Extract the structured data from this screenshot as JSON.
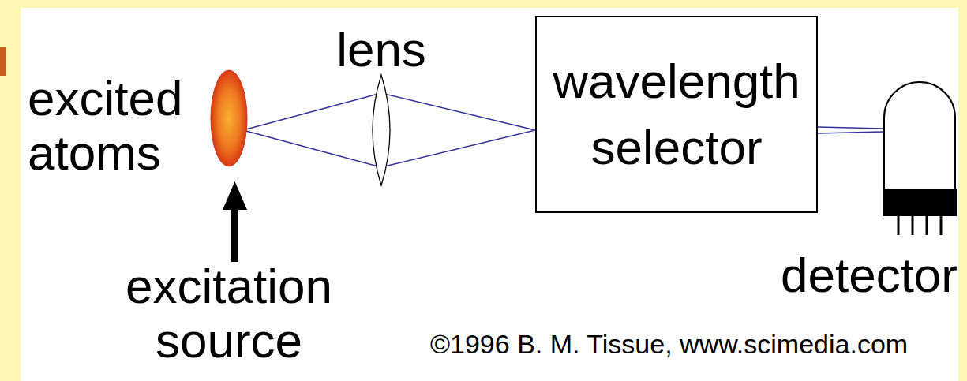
{
  "diagram": {
    "nodes": [
      {
        "text": [
          "excited atoms"
        ]
      },
      {
        "text": [
          "lens"
        ]
      },
      {
        "text": [
          "wavelength selector"
        ]
      },
      {
        "text": [
          "detector"
        ]
      }
    ],
    "edges": [
      {
        "from": 0,
        "to": 1,
        "arrow": "none"
      },
      {
        "from": 1,
        "to": 2,
        "arrow": "none"
      },
      {
        "from": 2,
        "to": 3,
        "arrow": "none"
      }
    ],
    "labels": [
      "excitation source",
      "©1996 B. M. Tissue, www.scimedia.com"
    ]
  }
}
